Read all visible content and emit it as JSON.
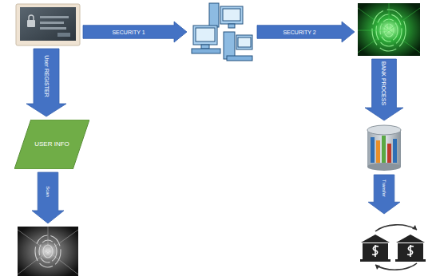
{
  "diagram": {
    "nodes": [
      {
        "text": []
      },
      {
        "text": []
      },
      {
        "text": []
      },
      {
        "text": [
          "USER INFO"
        ]
      },
      {
        "text": []
      },
      {
        "text": []
      },
      {
        "text": []
      }
    ],
    "edges": [
      {
        "from": 0,
        "to": 1,
        "label": "SECURITY 1",
        "arrow": "to"
      },
      {
        "from": 1,
        "to": 2,
        "label": "SECURITY 2",
        "arrow": "to"
      },
      {
        "from": 0,
        "to": 3,
        "label": "User REGISTER",
        "arrow": "to"
      },
      {
        "from": 3,
        "to": 4,
        "label": "Scan",
        "arrow": "to"
      },
      {
        "from": 2,
        "to": 5,
        "label": "BANK PROCESS",
        "arrow": "to"
      },
      {
        "from": 5,
        "to": 6,
        "label": "Transfer",
        "arrow": "to"
      }
    ]
  }
}
